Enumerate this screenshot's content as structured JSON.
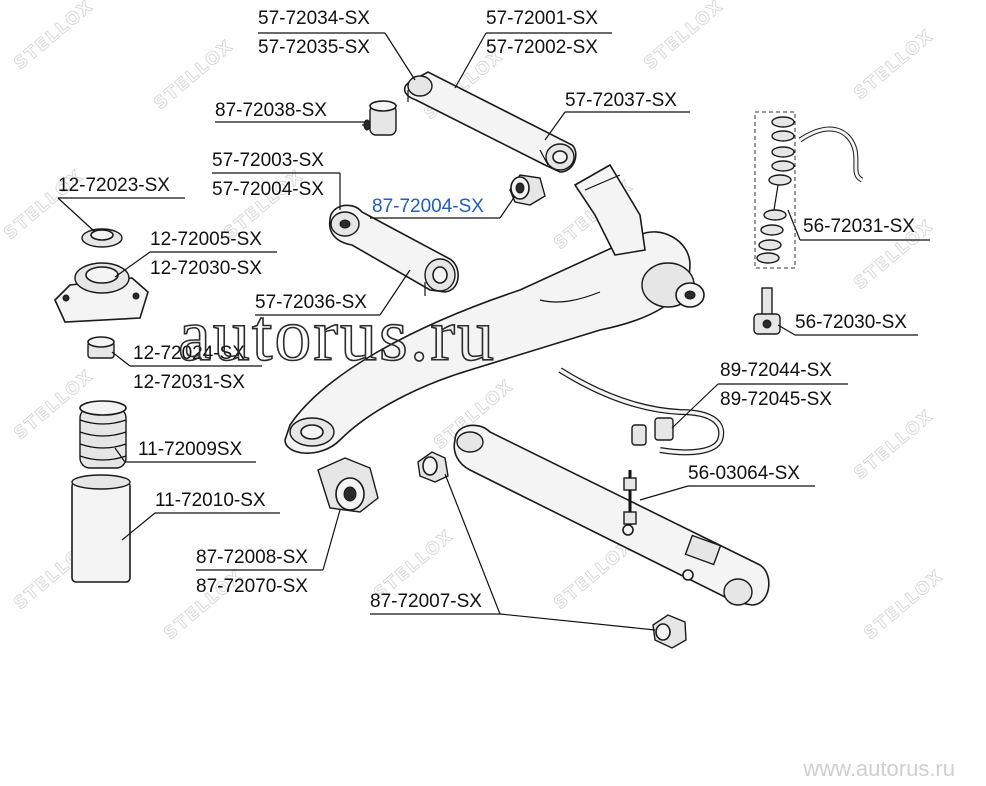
{
  "watermark": {
    "brand": "STELLOX",
    "site": "autorus.ru",
    "footer": "www.autorus.ru"
  },
  "colors": {
    "label": "#111111",
    "highlight": "#1f5fbf",
    "watermark": "#d6d6d6"
  },
  "labels": {
    "p57_72034": "57-72034-SX",
    "p57_72035": "57-72035-SX",
    "p57_72001": "57-72001-SX",
    "p57_72002": "57-72002-SX",
    "p87_72038": "87-72038-SX",
    "p57_72037": "57-72037-SX",
    "p57_72003": "57-72003-SX",
    "p57_72004": "57-72004-SX",
    "p87_72004": "87-72004-SX",
    "p12_72023": "12-72023-SX",
    "p12_72005": "12-72005-SX",
    "p12_72030": "12-72030-SX",
    "p56_72031": "56-72031-SX",
    "p57_72036": "57-72036-SX",
    "p56_72030": "56-72030-SX",
    "p12_72024": "12-72024-SX",
    "p12_72031": "12-72031-SX",
    "p89_72044": "89-72044-SX",
    "p89_72045": "89-72045-SX",
    "p11_72009": "11-72009SX",
    "p56_03064": "56-03064-SX",
    "p11_72010": "11-72010-SX",
    "p87_72008": "87-72008-SX",
    "p87_72070": "87-72070-SX",
    "p87_72007": "87-72007-SX"
  }
}
